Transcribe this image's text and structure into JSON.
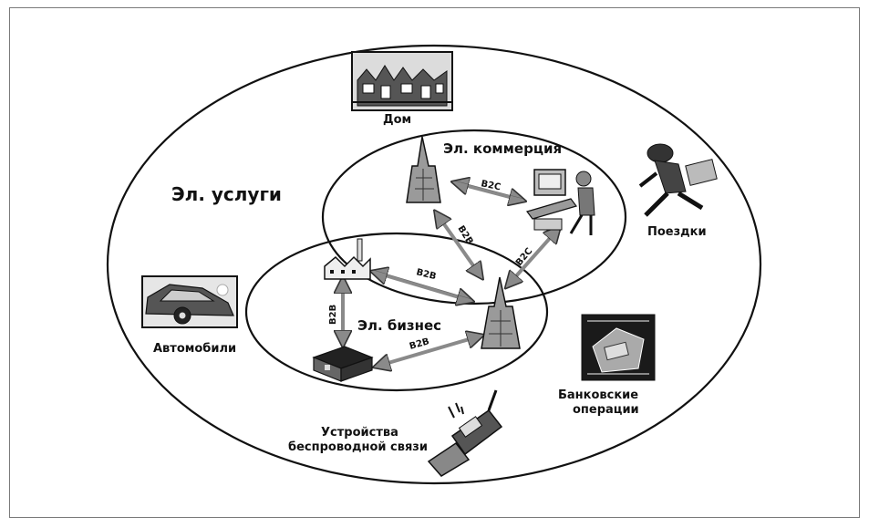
{
  "labels": {
    "outer": "Эл. услуги",
    "commerce": "Эл. коммерция",
    "business": "Эл. бизнес",
    "home": "Дом",
    "travel": "Поездки",
    "cars": "Автомобили",
    "banking_line1": "Банковские",
    "banking_line2": "операции",
    "wireless_line1": "Устройства",
    "wireless_line2": "беспроводной связи"
  },
  "links": {
    "b2c_top": "B2C",
    "b2c_right": "B2C",
    "b2b_diag": "B2B",
    "b2b_factory": "B2B",
    "b2b_vertical": "B2B",
    "b2b_bottom": "B2B"
  }
}
